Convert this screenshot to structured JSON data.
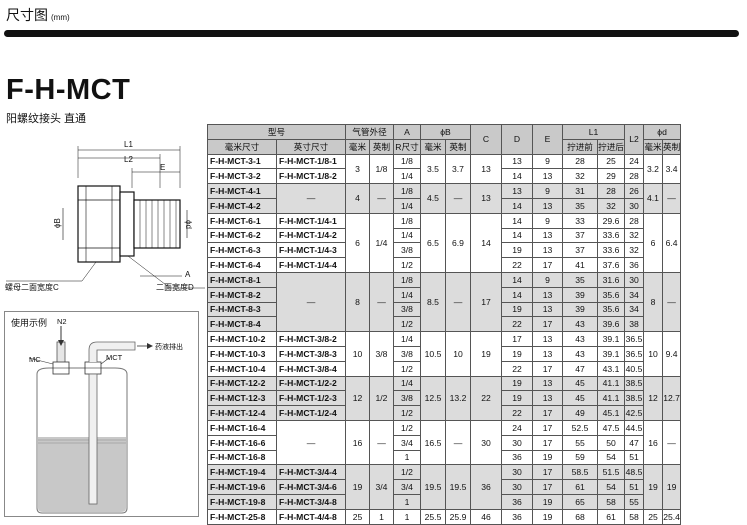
{
  "header": {
    "title": "尺寸图",
    "unit": "(mm)"
  },
  "product": {
    "model": "F-H-MCT",
    "subtitle": "阳螺纹接头 直通"
  },
  "drawing": {
    "labels": {
      "l1": "L1",
      "l2": "L2",
      "e": "E",
      "phi_b": "ϕB",
      "phi_d": "ϕd",
      "a": "A",
      "hex_c": "螺母二面宽度C",
      "hex_d": "二面宽度D"
    }
  },
  "usage": {
    "title": "使用示例",
    "n2": "N2",
    "mc": "MC",
    "mct": "MCT",
    "drain": "药液排出"
  },
  "table": {
    "headers": {
      "model": "型号",
      "tube_od": "气管外径",
      "a": "A",
      "phi_b": "ϕB",
      "c": "C",
      "d": "D",
      "e": "E",
      "l1": "L1",
      "l2": "L2",
      "phi_d": "ϕd",
      "mm_size": "毫米尺寸",
      "inch_size": "英寸尺寸",
      "mm": "毫米",
      "inch": "英制",
      "r_size": "R尺寸",
      "before": "拧进前",
      "after": "拧进后"
    },
    "groups": [
      {
        "shade": false,
        "od_mm": "3",
        "od_in": "1/8",
        "b_mm": "3.5",
        "b_in": "3.7",
        "c": "13",
        "dd_mm": "3.2",
        "dd_in": "3.4",
        "rows": [
          {
            "mm": "F-H-MCT-3-1",
            "inch": "F-H-MCT-1/8-1",
            "a": "1/8",
            "d": "13",
            "e": "9",
            "l1a": "28",
            "l1b": "25",
            "l2": "24"
          },
          {
            "mm": "F-H-MCT-3-2",
            "inch": "F-H-MCT-1/8-2",
            "a": "1/4",
            "d": "14",
            "e": "13",
            "l1a": "32",
            "l1b": "29",
            "l2": "28"
          }
        ]
      },
      {
        "shade": true,
        "od_mm": "4",
        "od_in": "—",
        "b_mm": "4.5",
        "b_in": "—",
        "c": "13",
        "dd_mm": "4.1",
        "dd_in": "—",
        "rows": [
          {
            "mm": "F-H-MCT-4-1",
            "inch": "—",
            "a": "1/8",
            "d": "13",
            "e": "9",
            "l1a": "31",
            "l1b": "28",
            "l2": "26"
          },
          {
            "mm": "F-H-MCT-4-2",
            "inch": "",
            "a": "1/4",
            "d": "14",
            "e": "13",
            "l1a": "35",
            "l1b": "32",
            "l2": "30"
          }
        ]
      },
      {
        "shade": false,
        "od_mm": "6",
        "od_in": "1/4",
        "b_mm": "6.5",
        "b_in": "6.9",
        "c": "14",
        "dd_mm": "6",
        "dd_in": "6.4",
        "rows": [
          {
            "mm": "F-H-MCT-6-1",
            "inch": "F-H-MCT-1/4-1",
            "a": "1/8",
            "d": "14",
            "e": "9",
            "l1a": "33",
            "l1b": "29.6",
            "l2": "28"
          },
          {
            "mm": "F-H-MCT-6-2",
            "inch": "F-H-MCT-1/4-2",
            "a": "1/4",
            "d": "14",
            "e": "13",
            "l1a": "37",
            "l1b": "33.6",
            "l2": "32"
          },
          {
            "mm": "F-H-MCT-6-3",
            "inch": "F-H-MCT-1/4-3",
            "a": "3/8",
            "d": "19",
            "e": "13",
            "l1a": "37",
            "l1b": "33.6",
            "l2": "32"
          },
          {
            "mm": "F-H-MCT-6-4",
            "inch": "F-H-MCT-1/4-4",
            "a": "1/2",
            "d": "22",
            "e": "17",
            "l1a": "41",
            "l1b": "37.6",
            "l2": "36"
          }
        ]
      },
      {
        "shade": true,
        "od_mm": "8",
        "od_in": "—",
        "b_mm": "8.5",
        "b_in": "—",
        "c": "17",
        "dd_mm": "8",
        "dd_in": "—",
        "rows": [
          {
            "mm": "F-H-MCT-8-1",
            "inch": "—",
            "a": "1/8",
            "d": "14",
            "e": "9",
            "l1a": "35",
            "l1b": "31.6",
            "l2": "30"
          },
          {
            "mm": "F-H-MCT-8-2",
            "inch": "",
            "a": "1/4",
            "d": "14",
            "e": "13",
            "l1a": "39",
            "l1b": "35.6",
            "l2": "34"
          },
          {
            "mm": "F-H-MCT-8-3",
            "inch": "",
            "a": "3/8",
            "d": "19",
            "e": "13",
            "l1a": "39",
            "l1b": "35.6",
            "l2": "34"
          },
          {
            "mm": "F-H-MCT-8-4",
            "inch": "",
            "a": "1/2",
            "d": "22",
            "e": "17",
            "l1a": "43",
            "l1b": "39.6",
            "l2": "38"
          }
        ]
      },
      {
        "shade": false,
        "od_mm": "10",
        "od_in": "3/8",
        "b_mm": "10.5",
        "b_in": "10",
        "c": "19",
        "dd_mm": "10",
        "dd_in": "9.4",
        "rows": [
          {
            "mm": "F-H-MCT-10-2",
            "inch": "F-H-MCT-3/8-2",
            "a": "1/4",
            "d": "17",
            "e": "13",
            "l1a": "43",
            "l1b": "39.1",
            "l2": "36.5"
          },
          {
            "mm": "F-H-MCT-10-3",
            "inch": "F-H-MCT-3/8-3",
            "a": "3/8",
            "d": "19",
            "e": "13",
            "l1a": "43",
            "l1b": "39.1",
            "l2": "36.5"
          },
          {
            "mm": "F-H-MCT-10-4",
            "inch": "F-H-MCT-3/8-4",
            "a": "1/2",
            "d": "22",
            "e": "17",
            "l1a": "47",
            "l1b": "43.1",
            "l2": "40.5"
          }
        ]
      },
      {
        "shade": true,
        "od_mm": "12",
        "od_in": "1/2",
        "b_mm": "12.5",
        "b_in": "13.2",
        "c": "22",
        "dd_mm": "12",
        "dd_in": "12.7",
        "rows": [
          {
            "mm": "F-H-MCT-12-2",
            "inch": "F-H-MCT-1/2-2",
            "a": "1/4",
            "d": "19",
            "e": "13",
            "l1a": "45",
            "l1b": "41.1",
            "l2": "38.5"
          },
          {
            "mm": "F-H-MCT-12-3",
            "inch": "F-H-MCT-1/2-3",
            "a": "3/8",
            "d": "19",
            "e": "13",
            "l1a": "45",
            "l1b": "41.1",
            "l2": "38.5"
          },
          {
            "mm": "F-H-MCT-12-4",
            "inch": "F-H-MCT-1/2-4",
            "a": "1/2",
            "d": "22",
            "e": "17",
            "l1a": "49",
            "l1b": "45.1",
            "l2": "42.5"
          }
        ]
      },
      {
        "shade": false,
        "od_mm": "16",
        "od_in": "—",
        "b_mm": "16.5",
        "b_in": "—",
        "c": "30",
        "dd_mm": "16",
        "dd_in": "—",
        "rows": [
          {
            "mm": "F-H-MCT-16-4",
            "inch": "—",
            "a": "1/2",
            "d": "24",
            "e": "17",
            "l1a": "52.5",
            "l1b": "47.5",
            "l2": "44.5"
          },
          {
            "mm": "F-H-MCT-16-6",
            "inch": "",
            "a": "3/4",
            "d": "30",
            "e": "17",
            "l1a": "55",
            "l1b": "50",
            "l2": "47"
          },
          {
            "mm": "F-H-MCT-16-8",
            "inch": "",
            "a": "1",
            "d": "36",
            "e": "19",
            "l1a": "59",
            "l1b": "54",
            "l2": "51"
          }
        ]
      },
      {
        "shade": true,
        "od_mm": "19",
        "od_in": "3/4",
        "b_mm": "19.5",
        "b_in": "19.5",
        "c": "36",
        "dd_mm": "19",
        "dd_in": "19",
        "rows": [
          {
            "mm": "F-H-MCT-19-4",
            "inch": "F-H-MCT-3/4-4",
            "a": "1/2",
            "d": "30",
            "e": "17",
            "l1a": "58.5",
            "l1b": "51.5",
            "l2": "48.5"
          },
          {
            "mm": "F-H-MCT-19-6",
            "inch": "F-H-MCT-3/4-6",
            "a": "3/4",
            "d": "30",
            "e": "17",
            "l1a": "61",
            "l1b": "54",
            "l2": "51"
          },
          {
            "mm": "F-H-MCT-19-8",
            "inch": "F-H-MCT-3/4-8",
            "a": "1",
            "d": "36",
            "e": "19",
            "l1a": "65",
            "l1b": "58",
            "l2": "55"
          }
        ]
      },
      {
        "shade": false,
        "od_mm": "25",
        "od_in": "1",
        "b_mm": "25.5",
        "b_in": "25.9",
        "c": "46",
        "dd_mm": "25",
        "dd_in": "25.4",
        "rows": [
          {
            "mm": "F-H-MCT-25-8",
            "inch": "F-H-MCT-4/4-8",
            "a": "1",
            "d": "36",
            "e": "19",
            "l1a": "68",
            "l1b": "61",
            "l2": "58"
          }
        ]
      }
    ]
  }
}
